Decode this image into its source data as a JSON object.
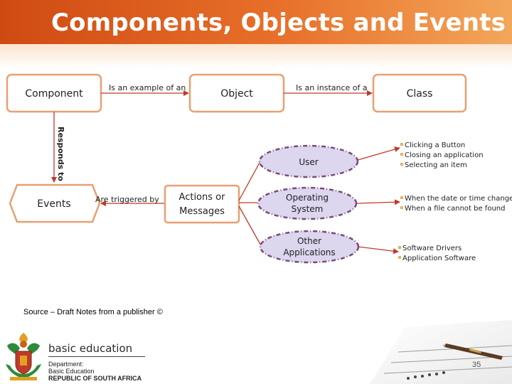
{
  "title": "Components, Objects and Events",
  "nodes": {
    "component": "Component",
    "object": "Object",
    "class": "Class",
    "events": "Events",
    "actions_line1": "Actions or",
    "actions_line2": "Messages",
    "user": "User",
    "os_line1": "Operating",
    "os_line2": "System",
    "other_line1": "Other",
    "other_line2": "Applications"
  },
  "relations": {
    "component_object": "Is an example of an",
    "object_class": "Is an instance of a",
    "responds_to": "Responds to",
    "triggered_by": "Are triggered by"
  },
  "examples": {
    "user": [
      "Clicking a Button",
      "Closing an application",
      "Selecting an item"
    ],
    "os": [
      "When the date or time changes",
      "When a file cannot be found"
    ],
    "other": [
      "Software Drivers",
      "Application Software"
    ]
  },
  "colors": {
    "header": "#e05a1a",
    "box_border": "#e8a072",
    "arrow": "#c0392b",
    "ellipse_fill": "#dcd6ef",
    "ellipse_border": "#7a4a7a",
    "bullet": "#e6b25a"
  },
  "source": "Source – Draft Notes from a publisher ©",
  "logo": {
    "name": "basic education",
    "line1": "Department:",
    "line2": "Basic Education",
    "line3": "REPUBLIC OF SOUTH AFRICA"
  },
  "page_number": "35"
}
